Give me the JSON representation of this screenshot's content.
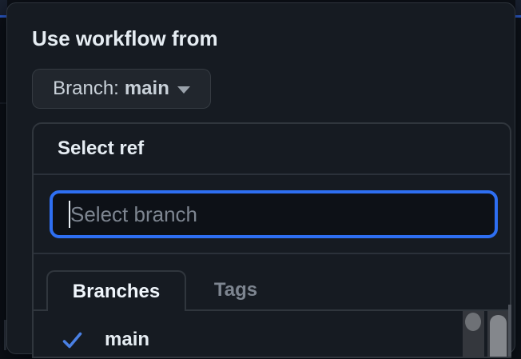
{
  "colors": {
    "page_bg": "#0d1117",
    "modal_bg": "#161b22",
    "modal_border": "#2d333b",
    "panel_border": "#30363d",
    "divider": "#2b313a",
    "heading_text": "#e6edf3",
    "secondary_text": "#7d8590",
    "button_bg": "#21262d",
    "button_text": "#c9d1d9",
    "input_bg": "#0d1117",
    "input_focus_ring": "#2e6ff2",
    "accent_blue": "#2d5ed2",
    "check_blue": "#4a80e4",
    "active_tab_text": "#f0f6fc",
    "list_text": "#e6edf3",
    "scroll_track": "#34373d",
    "scroll_thumb_light": "#84878c",
    "scroll_thumb_dim": "#6e7176"
  },
  "modal": {
    "heading": "Use workflow from",
    "branch_button": {
      "prefix": "Branch:",
      "branch": "main"
    },
    "ref_selector": {
      "title": "Select ref",
      "search_placeholder": "Select branch",
      "tabs": [
        {
          "label": "Branches",
          "active": true
        },
        {
          "label": "Tags",
          "active": false
        }
      ],
      "items": [
        {
          "label": "main",
          "selected": true
        }
      ]
    }
  }
}
